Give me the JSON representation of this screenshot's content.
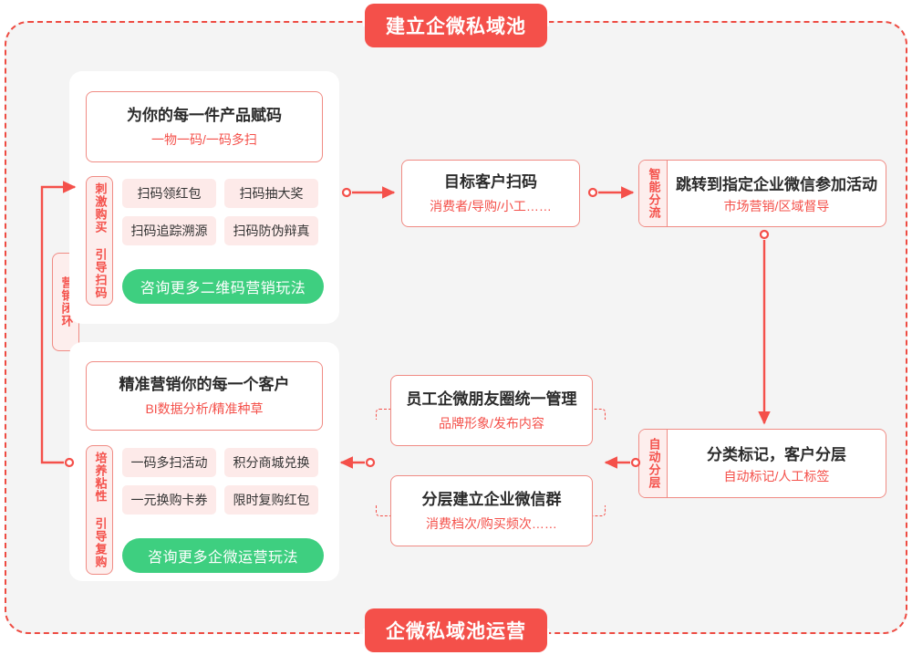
{
  "banners": {
    "top": "建立企微私域池",
    "bottom": "企微私域池运营"
  },
  "colors": {
    "accent_red": "#f4504a",
    "banner_red": "#f4504a",
    "border_pink": "#f08b84",
    "chip_bg": "#fdeae9",
    "tag_bg": "#fdeeed",
    "button_green": "#3ecf80",
    "canvas_gray": "#f4f4f4",
    "card_white": "#ffffff",
    "text_dark": "#2b2b2b"
  },
  "loop_label": "营销闭环",
  "stage_top": {
    "headline": {
      "title": "为你的每一件产品赋码",
      "subtitle": "一物一码/一码多扫"
    },
    "side_tag": "刺激购买 引导扫码",
    "chips": [
      "扫码领红包",
      "扫码抽大奖",
      "扫码追踪溯源",
      "扫码防伪辩真"
    ],
    "cta": "咨询更多二维码营销玩法"
  },
  "stage_bottom": {
    "headline": {
      "title": "精准营销你的每一个客户",
      "subtitle": "BI数据分析/精准种草"
    },
    "side_tag": "培养粘性 引导复购",
    "chips": [
      "一码多扫活动",
      "积分商城兑换",
      "一元换购卡券",
      "限时复购红包"
    ],
    "cta": "咨询更多企微运营玩法"
  },
  "flow": {
    "scan": {
      "title": "目标客户扫码",
      "subtitle": "消费者/导购/小工……"
    },
    "jump": {
      "tag": "智能分流",
      "title": "跳转到指定企业微信参加活动",
      "subtitle": "市场营销/区域督导"
    },
    "classify": {
      "tag": "自动分层",
      "title": "分类标记，客户分层",
      "subtitle": "自动标记/人工标签"
    },
    "moments": {
      "title": "员工企微朋友圈统一管理",
      "subtitle": "品牌形象/发布内容"
    },
    "groups": {
      "title": "分层建立企业微信群",
      "subtitle": "消费档次/购买频次……"
    }
  }
}
